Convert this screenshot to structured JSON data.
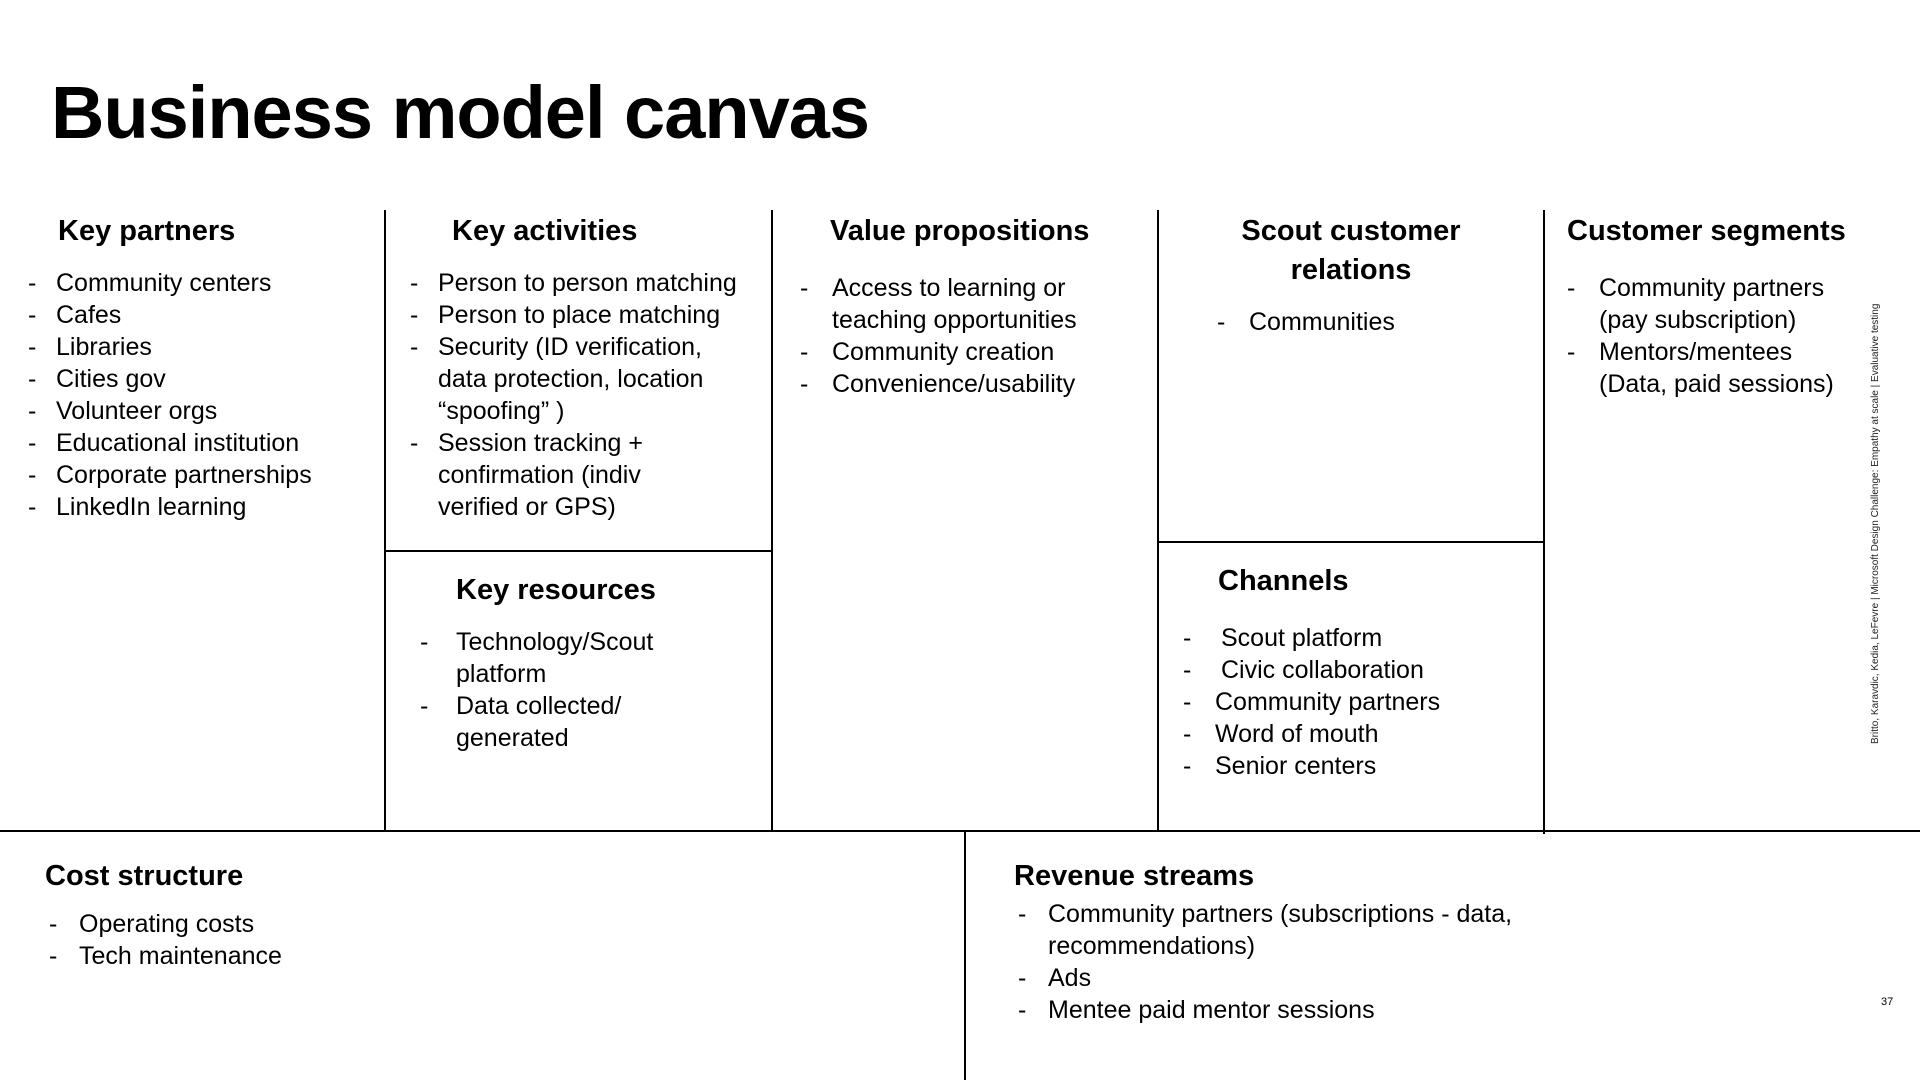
{
  "title": "Business model canvas",
  "sections": {
    "key_partners": {
      "heading": "Key partners",
      "items": [
        "Community centers",
        "Cafes",
        "Libraries",
        "Cities gov",
        "Volunteer orgs",
        "Educational institution",
        "Corporate partnerships",
        "LinkedIn learning"
      ]
    },
    "key_activities": {
      "heading": "Key activities",
      "items": [
        "Person to person matching",
        "Person to place matching",
        "Security (ID verification, data protection, location “spoofing” )",
        "Session tracking + confirmation (indiv verified or GPS)"
      ]
    },
    "key_resources": {
      "heading": "Key resources",
      "items": [
        "Technology/Scout platform",
        "Data collected/ generated"
      ]
    },
    "value_propositions": {
      "heading": "Value propositions",
      "items": [
        "Access to learning or teaching opportunities",
        "Community creation",
        "Convenience/usability"
      ]
    },
    "customer_relations": {
      "heading": "Scout customer relations",
      "items": [
        "Communities"
      ]
    },
    "channels": {
      "heading": "Channels",
      "items": [
        "Scout platform",
        "Civic collaboration",
        "Community partners",
        "Word of mouth",
        "Senior centers"
      ]
    },
    "customer_segments": {
      "heading": "Customer segments",
      "items": [
        "Community partners (pay subscription)",
        "Mentors/mentees (Data, paid sessions)"
      ]
    },
    "cost_structure": {
      "heading": "Cost structure",
      "items": [
        "Operating costs",
        "Tech maintenance"
      ]
    },
    "revenue_streams": {
      "heading": "Revenue streams",
      "items": [
        "Community partners (subscriptions - data, recommendations)",
        "Ads",
        "Mentee paid mentor sessions"
      ]
    }
  },
  "footer_credit": "Britto, Karavdic, Kedia, LeFevre | Microsoft Design Challenge: Empathy at scale | Evaluative testing",
  "page_number": "37"
}
